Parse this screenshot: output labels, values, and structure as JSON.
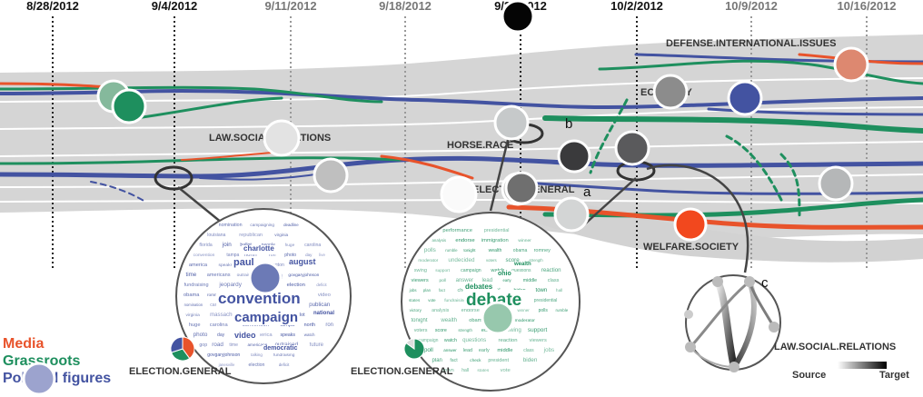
{
  "dates": [
    {
      "label": "8/28/2012",
      "light": false
    },
    {
      "label": "9/4/2012",
      "light": false
    },
    {
      "label": "9/11/2012",
      "light": true
    },
    {
      "label": "9/18/2012",
      "light": true
    },
    {
      "label": "9/25/2012",
      "light": false
    },
    {
      "label": "10/2/2012",
      "light": false
    },
    {
      "label": "10/9/2012",
      "light": true
    },
    {
      "label": "10/16/2012",
      "light": true
    }
  ],
  "topics": {
    "defense": "DEFENSE.INTERNATIONAL.ISSUES",
    "economy": "ECONOMY",
    "law_social": "LAW.SOCIAL.RELATIONS",
    "horse_race": "HORSE.RACE",
    "election_general": "ELECTION.GENERAL",
    "welfare": "WELFARE.SOCIETY"
  },
  "annotations": {
    "a": "a",
    "b": "b",
    "c": "c"
  },
  "legend": {
    "media": {
      "label": "Media",
      "color": "#e8532b"
    },
    "grassroots": {
      "label": "Grassroots",
      "color": "#1e8f5e"
    },
    "political": {
      "label": "Political figures",
      "color": "#4353a1"
    }
  },
  "cloud_left": {
    "label": "ELECTION.GENERAL",
    "big_words": [
      "convention",
      "campaign",
      "paul",
      "ryan",
      "august",
      "video",
      "charlotte",
      "democratic",
      "national"
    ],
    "small_words": [
      "nomination",
      "campaigning",
      "deadline",
      "louisiana",
      "republican",
      "virginia",
      "massachusetts",
      "florida",
      "join",
      "ballot",
      "people",
      "huge",
      "carolina",
      "convention",
      "tampa",
      "north",
      "ron",
      "photo",
      "day",
      "live",
      "america",
      "speaks",
      "watch",
      "washington",
      "gop",
      "road",
      "time",
      "americans",
      "outraised",
      "future",
      "govgaryjohnson",
      "talking",
      "fundraising",
      "jeopardy",
      "janesville",
      "election",
      "deficit",
      "obama",
      "romney",
      "running",
      "mate",
      "rally",
      "votes",
      "state",
      "video"
    ]
  },
  "cloud_right": {
    "label": "ELECTION.GENERAL",
    "big_words": [
      "debate",
      "cnn",
      "debates",
      "ohio",
      "wealth"
    ],
    "small_words": [
      "performance",
      "presidential",
      "victory",
      "analysis",
      "endorse",
      "immigration",
      "winner",
      "polls",
      "rumble",
      "tonight",
      "wealth",
      "obama",
      "romney",
      "moderator",
      "undecided",
      "voters",
      "score",
      "strength",
      "economy",
      "swing",
      "support",
      "campaign",
      "watch",
      "questions",
      "reaction",
      "viewers",
      "poll",
      "answer",
      "lead",
      "early",
      "middle",
      "class",
      "jobs",
      "plan",
      "fact",
      "check",
      "president",
      "biden",
      "town",
      "hall",
      "states",
      "vote",
      "fundraising",
      "stage"
    ]
  },
  "graph": {
    "label": "LAW.SOCIAL.RELATIONS",
    "source": "Source",
    "target": "Target"
  },
  "pies": [
    {
      "slices": [
        0.4,
        0.3,
        0.3
      ],
      "colors": [
        "#e8532b",
        "#1e8f5e",
        "#4353a1"
      ]
    },
    {
      "slices": [
        0.85,
        0.15
      ],
      "colors": [
        "#1e8f5e",
        "#dddddd"
      ]
    }
  ]
}
